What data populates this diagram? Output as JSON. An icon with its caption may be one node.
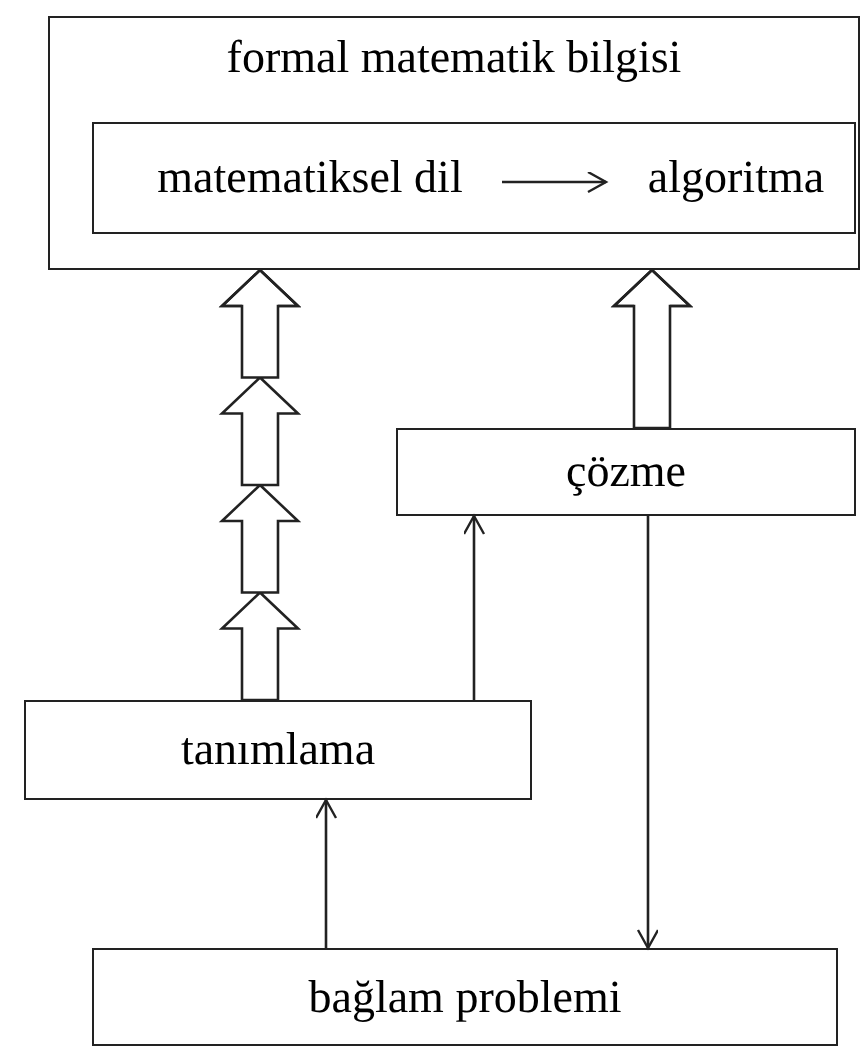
{
  "diagram": {
    "nodes": [
      {
        "text": [
          "formal matematik bilgisi"
        ]
      },
      {
        "text": [],
        "shape": "box",
        "in": 0
      },
      {
        "text": [
          "matematiksel dil"
        ],
        "in": 1
      },
      {
        "text": [
          "algoritma"
        ],
        "in": 1
      },
      {
        "text": [
          "çözme"
        ]
      },
      {
        "text": [
          "tanımlama"
        ]
      },
      {
        "text": [
          "bağlam problemi"
        ]
      }
    ],
    "edges": [
      {
        "from": 2,
        "to": 3,
        "arrow": "to"
      },
      {
        "from": 5,
        "to": 0,
        "arrow": "to"
      },
      {
        "from": 4,
        "to": 0,
        "arrow": "to"
      },
      {
        "from": 5,
        "to": 4,
        "arrow": "to"
      },
      {
        "from": 4,
        "to": 6,
        "arrow": "to"
      },
      {
        "from": 6,
        "to": 5,
        "arrow": "to"
      }
    ]
  }
}
